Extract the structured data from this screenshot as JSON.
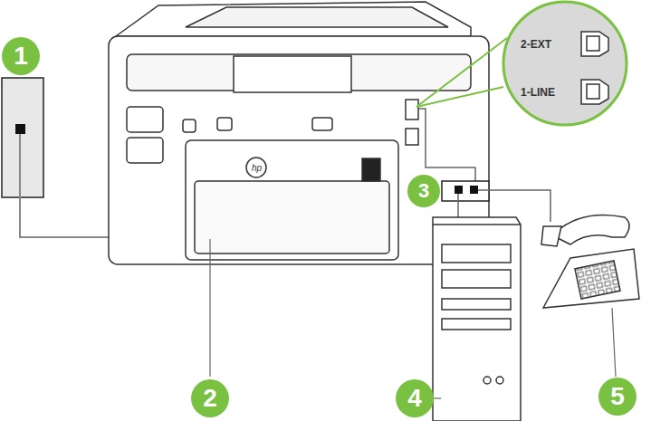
{
  "diagram": {
    "labels": [
      "1",
      "2-EXT",
      "1-LINE",
      "3",
      "2",
      "4",
      "5"
    ]
  }
}
